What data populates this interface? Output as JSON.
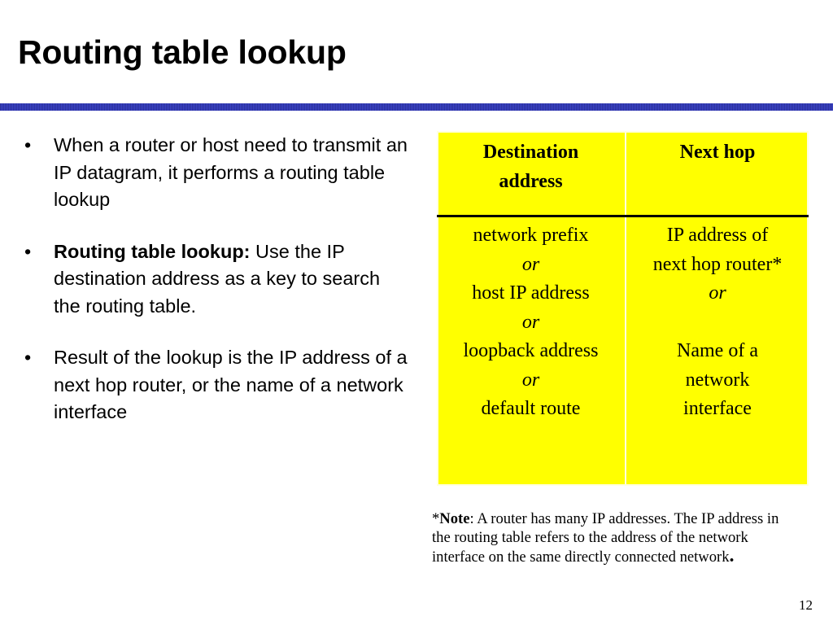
{
  "slide": {
    "title": "Routing table lookup",
    "page_number": "12",
    "accent_color": "#3c45c8"
  },
  "bullets": [
    {
      "marker": "•",
      "bold": "",
      "text": "When a router or host need to transmit an IP datagram, it performs a routing table lookup"
    },
    {
      "marker": "•",
      "bold": "Routing table lookup:",
      "text": " Use the IP destination address as a key to search the routing table."
    },
    {
      "marker": "•",
      "bold": "",
      "text": "Result of the lookup is the IP address of a next hop router, or the name of a network interface"
    }
  ],
  "table": {
    "background_color": "#ffff00",
    "headers": {
      "destination_line1": "Destination",
      "destination_line2": "address",
      "next_hop": "Next hop"
    },
    "destination_cell": {
      "l1": "network prefix",
      "l2": "or",
      "l3": "host IP address",
      "l4": "or",
      "l5": "loopback address",
      "l6": "or",
      "l7": "default route"
    },
    "next_hop_cell": {
      "l1": "IP address of",
      "l2": "next hop router*",
      "l3": "or",
      "l4": "Name of a",
      "l5": "network",
      "l6": "interface"
    }
  },
  "note": {
    "asterisk": "*",
    "label": "Note",
    "text": ": A router has many IP addresses. The IP address in the routing table refers to the address of the network interface on the same directly connected network",
    "end": "."
  }
}
